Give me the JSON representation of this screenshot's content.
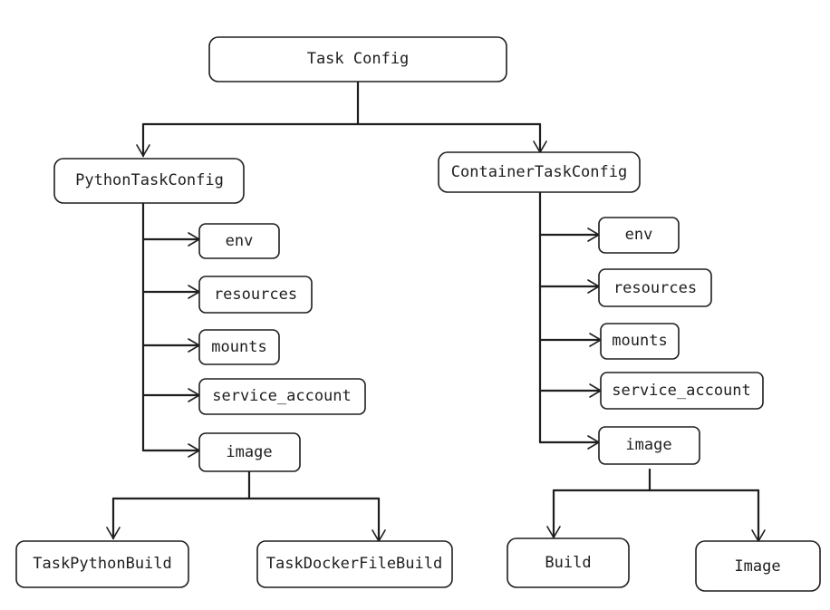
{
  "diagram": {
    "root": {
      "label": "Task Config"
    },
    "python_config": {
      "label": "PythonTaskConfig",
      "fields": [
        "env",
        "resources",
        "mounts",
        "service_account",
        "image"
      ],
      "image_options": [
        "TaskPythonBuild",
        "TaskDockerFileBuild"
      ]
    },
    "container_config": {
      "label": "ContainerTaskConfig",
      "fields": [
        "env",
        "resources",
        "mounts",
        "service_account",
        "image"
      ],
      "image_options": [
        "Build",
        "Image"
      ]
    }
  }
}
